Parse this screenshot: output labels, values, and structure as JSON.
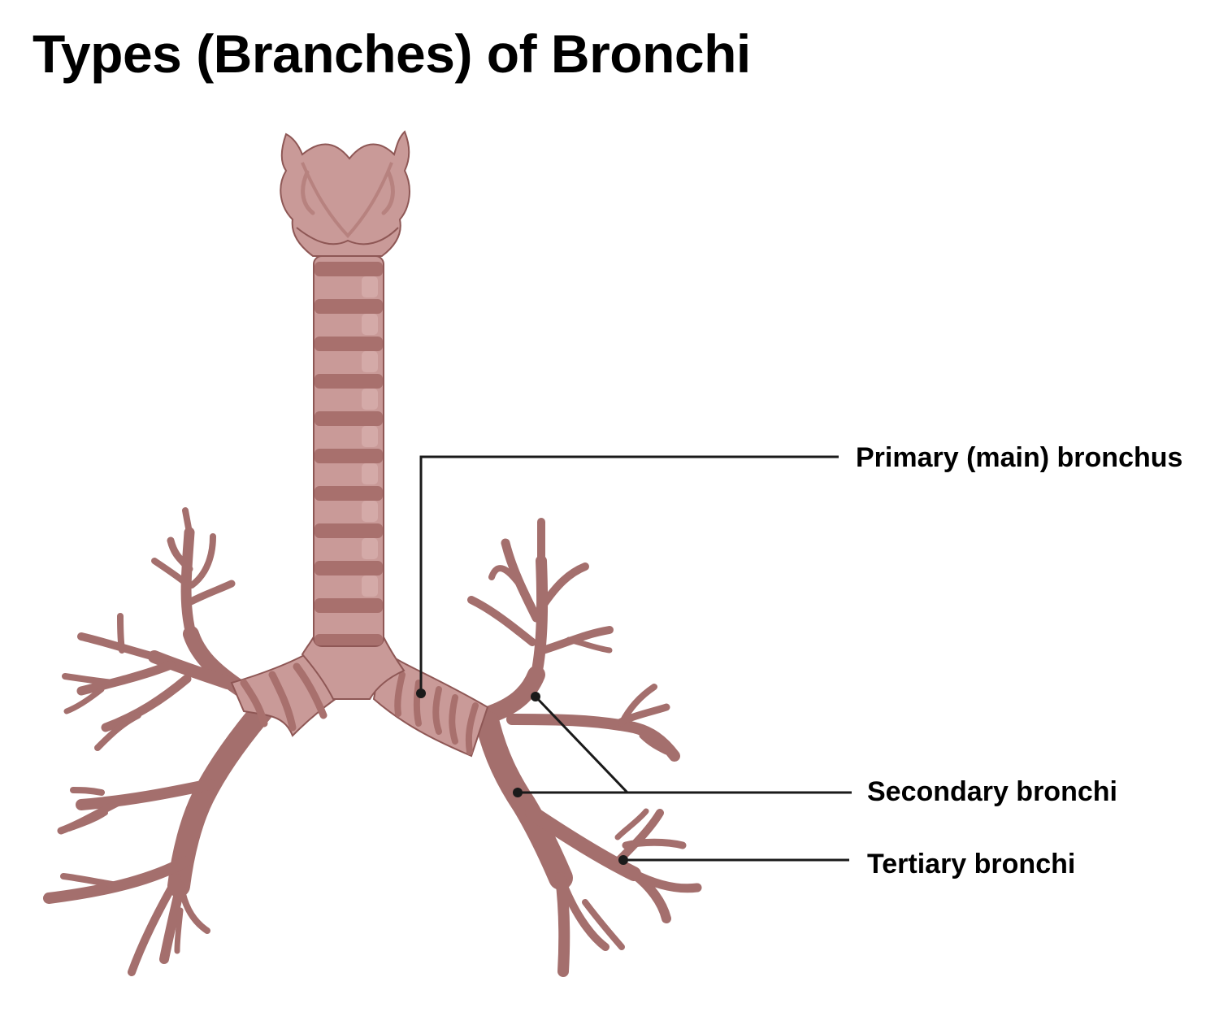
{
  "title": "Types (Branches) of Bronchi",
  "labels": {
    "primary": "Primary (main) bronchus",
    "secondary": "Secondary bronchi",
    "tertiary": "Tertiary bronchi"
  },
  "colors": {
    "cartilage": "#c99a98",
    "cartilage_shadow": "#a8706d",
    "bronchi": "#a46f6d",
    "outline": "#8e5755",
    "leader": "#1a1a1a"
  }
}
